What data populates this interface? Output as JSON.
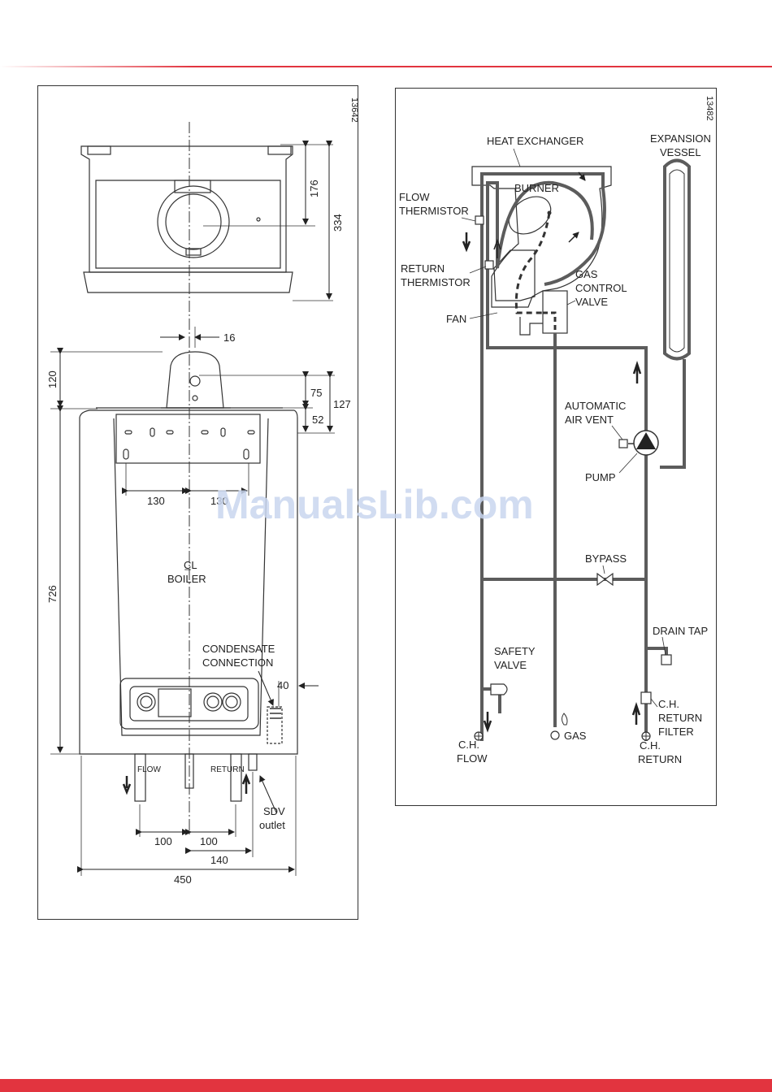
{
  "page": {
    "accent_color": "#e2343f",
    "pipe_color": "#5c5c5c",
    "watermark": "ManualsLib.com"
  },
  "left_figure": {
    "ref_number": "13642",
    "dimensions": {
      "top_176": "176",
      "top_334": "334",
      "flue_offset_16": "16",
      "flue_height_120": "120",
      "flue_75": "75",
      "flue_127": "127",
      "flue_52": "52",
      "bracket_130_left": "130",
      "bracket_130_right": "130",
      "height_726": "726",
      "side_40": "40",
      "pipe_100_left": "100",
      "pipe_100_right": "100",
      "pipe_140": "140",
      "width_450": "450"
    },
    "labels": {
      "centre_line": "C̲L",
      "boiler": "BOILER",
      "condensate_line1": "CONDENSATE",
      "condensate_line2": "CONNECTION",
      "flow": "FLOW",
      "return": "RETURN",
      "sdv_line1": "SDV",
      "sdv_line2": "outlet"
    }
  },
  "right_figure": {
    "ref_number": "13482",
    "labels": {
      "heat_exchanger": "HEAT EXCHANGER",
      "expansion_line1": "EXPANSION",
      "expansion_line2": "VESSEL",
      "burner": "BURNER",
      "flow_thermistor_line1": "FLOW",
      "flow_thermistor_line2": "THERMISTOR",
      "return_thermistor_line1": "RETURN",
      "return_thermistor_line2": "THERMISTOR",
      "gas_control_line1": "GAS",
      "gas_control_line2": "CONTROL",
      "gas_control_line3": "VALVE",
      "fan": "FAN",
      "air_vent_line1": "AUTOMATIC",
      "air_vent_line2": "AIR VENT",
      "pump": "PUMP",
      "bypass": "BYPASS",
      "drain_tap": "DRAIN TAP",
      "safety_line1": "SAFETY",
      "safety_line2": "VALVE",
      "ch_return_filter_line1": "C.H.",
      "ch_return_filter_line2": "RETURN",
      "ch_return_filter_line3": "FILTER",
      "ch_flow_line1": "C.H.",
      "ch_flow_line2": "FLOW",
      "gas": "GAS",
      "ch_return_line1": "C.H.",
      "ch_return_line2": "RETURN"
    }
  }
}
